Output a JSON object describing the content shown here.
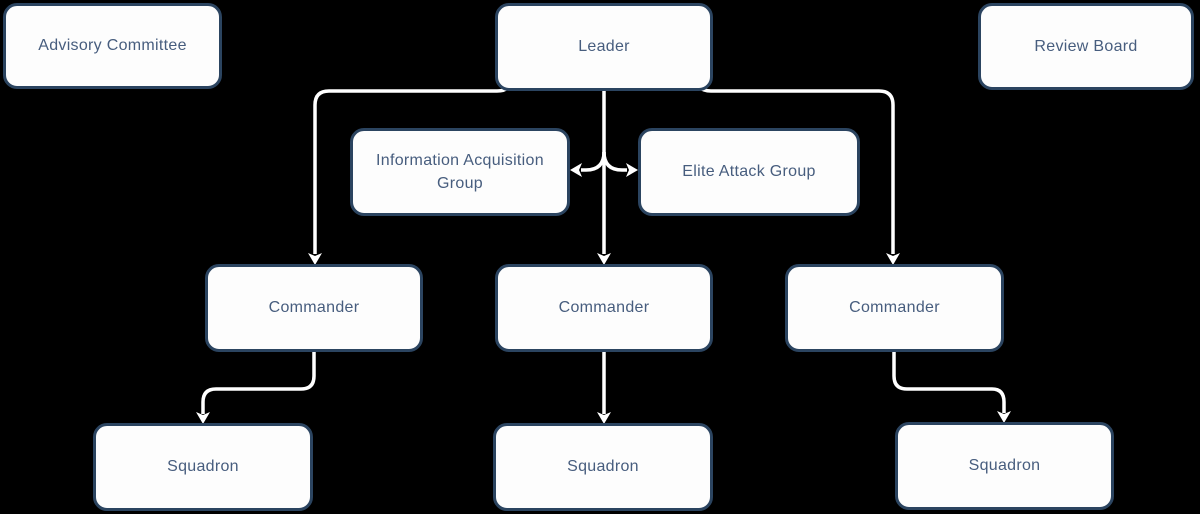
{
  "diagram": {
    "type": "org-chart",
    "background_color": "#000000",
    "node_fill_color": "#fdfdfd",
    "node_border_color": "#2b4460",
    "node_text_color": "#475d7e",
    "connector_color": "#ffffff",
    "nodes": [
      {
        "id": "advisory-committee",
        "label": "Advisory Committee"
      },
      {
        "id": "leader",
        "label": "Leader"
      },
      {
        "id": "review-board",
        "label": "Review Board"
      },
      {
        "id": "information-acquisition-group",
        "label": "Information Acquisition Group"
      },
      {
        "id": "elite-attack-group",
        "label": "Elite Attack Group"
      },
      {
        "id": "commander-left",
        "label": "Commander"
      },
      {
        "id": "commander-center",
        "label": "Commander"
      },
      {
        "id": "commander-right",
        "label": "Commander"
      },
      {
        "id": "squadron-left",
        "label": "Squadron"
      },
      {
        "id": "squadron-center",
        "label": "Squadron"
      },
      {
        "id": "squadron-right",
        "label": "Squadron"
      }
    ],
    "edges": [
      {
        "from": "leader",
        "to": "information-acquisition-group",
        "style": "arrow"
      },
      {
        "from": "leader",
        "to": "elite-attack-group",
        "style": "arrow"
      },
      {
        "from": "leader",
        "to": "commander-left",
        "style": "arrow"
      },
      {
        "from": "leader",
        "to": "commander-center",
        "style": "arrow"
      },
      {
        "from": "leader",
        "to": "commander-right",
        "style": "arrow"
      },
      {
        "from": "commander-left",
        "to": "squadron-left",
        "style": "arrow"
      },
      {
        "from": "commander-center",
        "to": "squadron-center",
        "style": "arrow"
      },
      {
        "from": "commander-right",
        "to": "squadron-right",
        "style": "arrow"
      }
    ]
  }
}
